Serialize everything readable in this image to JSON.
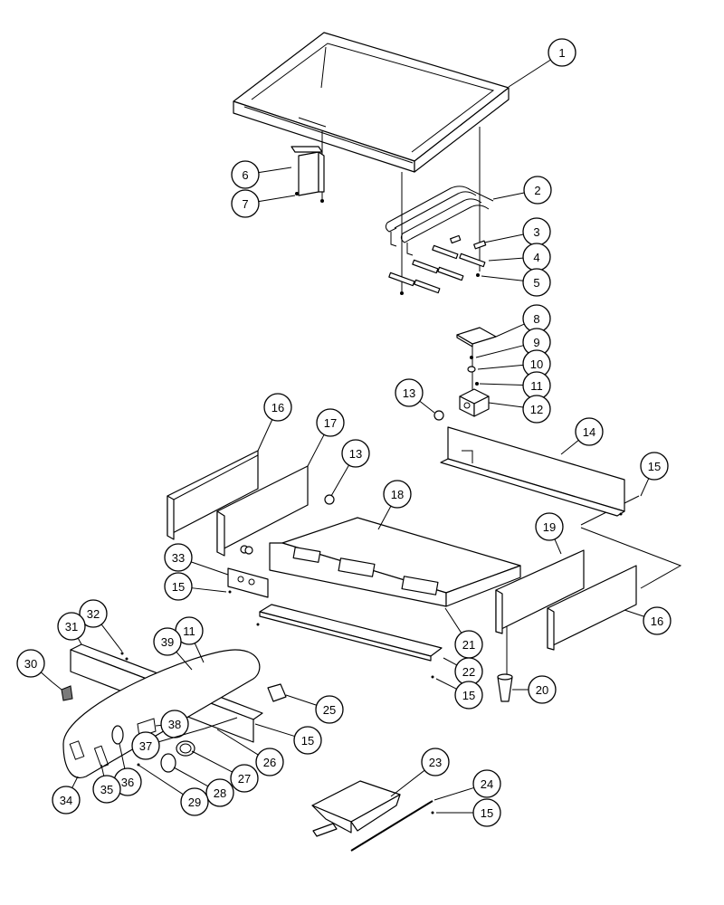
{
  "callouts": [
    {
      "id": "c1",
      "number": "1"
    },
    {
      "id": "c2",
      "number": "2"
    },
    {
      "id": "c3",
      "number": "3"
    },
    {
      "id": "c4",
      "number": "4"
    },
    {
      "id": "c5",
      "number": "5"
    },
    {
      "id": "c6",
      "number": "6"
    },
    {
      "id": "c7",
      "number": "7"
    },
    {
      "id": "c8",
      "number": "8"
    },
    {
      "id": "c9",
      "number": "9"
    },
    {
      "id": "c10",
      "number": "10"
    },
    {
      "id": "c11a",
      "number": "11"
    },
    {
      "id": "c12",
      "number": "12"
    },
    {
      "id": "c13a",
      "number": "13"
    },
    {
      "id": "c14",
      "number": "14"
    },
    {
      "id": "c15a",
      "number": "15"
    },
    {
      "id": "c16a",
      "number": "16"
    },
    {
      "id": "c17",
      "number": "17"
    },
    {
      "id": "c13b",
      "number": "13"
    },
    {
      "id": "c18",
      "number": "18"
    },
    {
      "id": "c33",
      "number": "33"
    },
    {
      "id": "c15b",
      "number": "15"
    },
    {
      "id": "c19",
      "number": "19"
    },
    {
      "id": "c16b",
      "number": "16"
    },
    {
      "id": "c21",
      "number": "21"
    },
    {
      "id": "c22",
      "number": "22"
    },
    {
      "id": "c15c",
      "number": "15"
    },
    {
      "id": "c20",
      "number": "20"
    },
    {
      "id": "c32",
      "number": "32"
    },
    {
      "id": "c31",
      "number": "31"
    },
    {
      "id": "c11b",
      "number": "11"
    },
    {
      "id": "c39",
      "number": "39"
    },
    {
      "id": "c30",
      "number": "30"
    },
    {
      "id": "c25",
      "number": "25"
    },
    {
      "id": "c38",
      "number": "38"
    },
    {
      "id": "c15d",
      "number": "15"
    },
    {
      "id": "c37",
      "number": "37"
    },
    {
      "id": "c26",
      "number": "26"
    },
    {
      "id": "c27",
      "number": "27"
    },
    {
      "id": "c36",
      "number": "36"
    },
    {
      "id": "c34",
      "number": "34"
    },
    {
      "id": "c35",
      "number": "35"
    },
    {
      "id": "c28",
      "number": "28"
    },
    {
      "id": "c29",
      "number": "29"
    },
    {
      "id": "c23",
      "number": "23"
    },
    {
      "id": "c24",
      "number": "24"
    },
    {
      "id": "c15e",
      "number": "15"
    }
  ]
}
